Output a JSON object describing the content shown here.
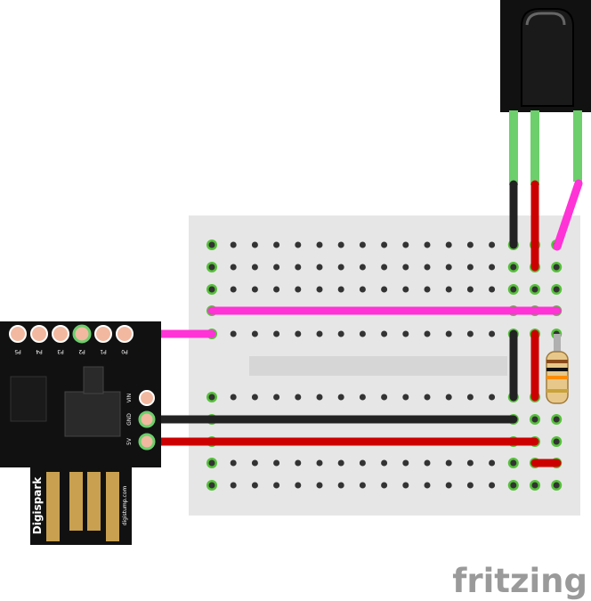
{
  "digispark": {
    "header_pins": [
      "P5",
      "P4",
      "P3",
      "P2",
      "P1",
      "P0"
    ],
    "side_pins": [
      "VIN",
      "GND",
      "5V"
    ],
    "brand": "Digispark",
    "url": "digistump.com"
  },
  "watermark": "fritzing",
  "colors": {
    "breadboard": "#e6e6e6",
    "hole": "#333333",
    "hole_connected": "#55c13a",
    "wire_magenta": "#ff33d6",
    "wire_red": "#cc0000",
    "wire_black": "#222222",
    "lead_green": "#6ccf6c",
    "board_black": "#111111",
    "pad_copper": "#f2b9a0"
  },
  "components": [
    "breadboard",
    "digispark",
    "ir-receiver",
    "resistor"
  ]
}
